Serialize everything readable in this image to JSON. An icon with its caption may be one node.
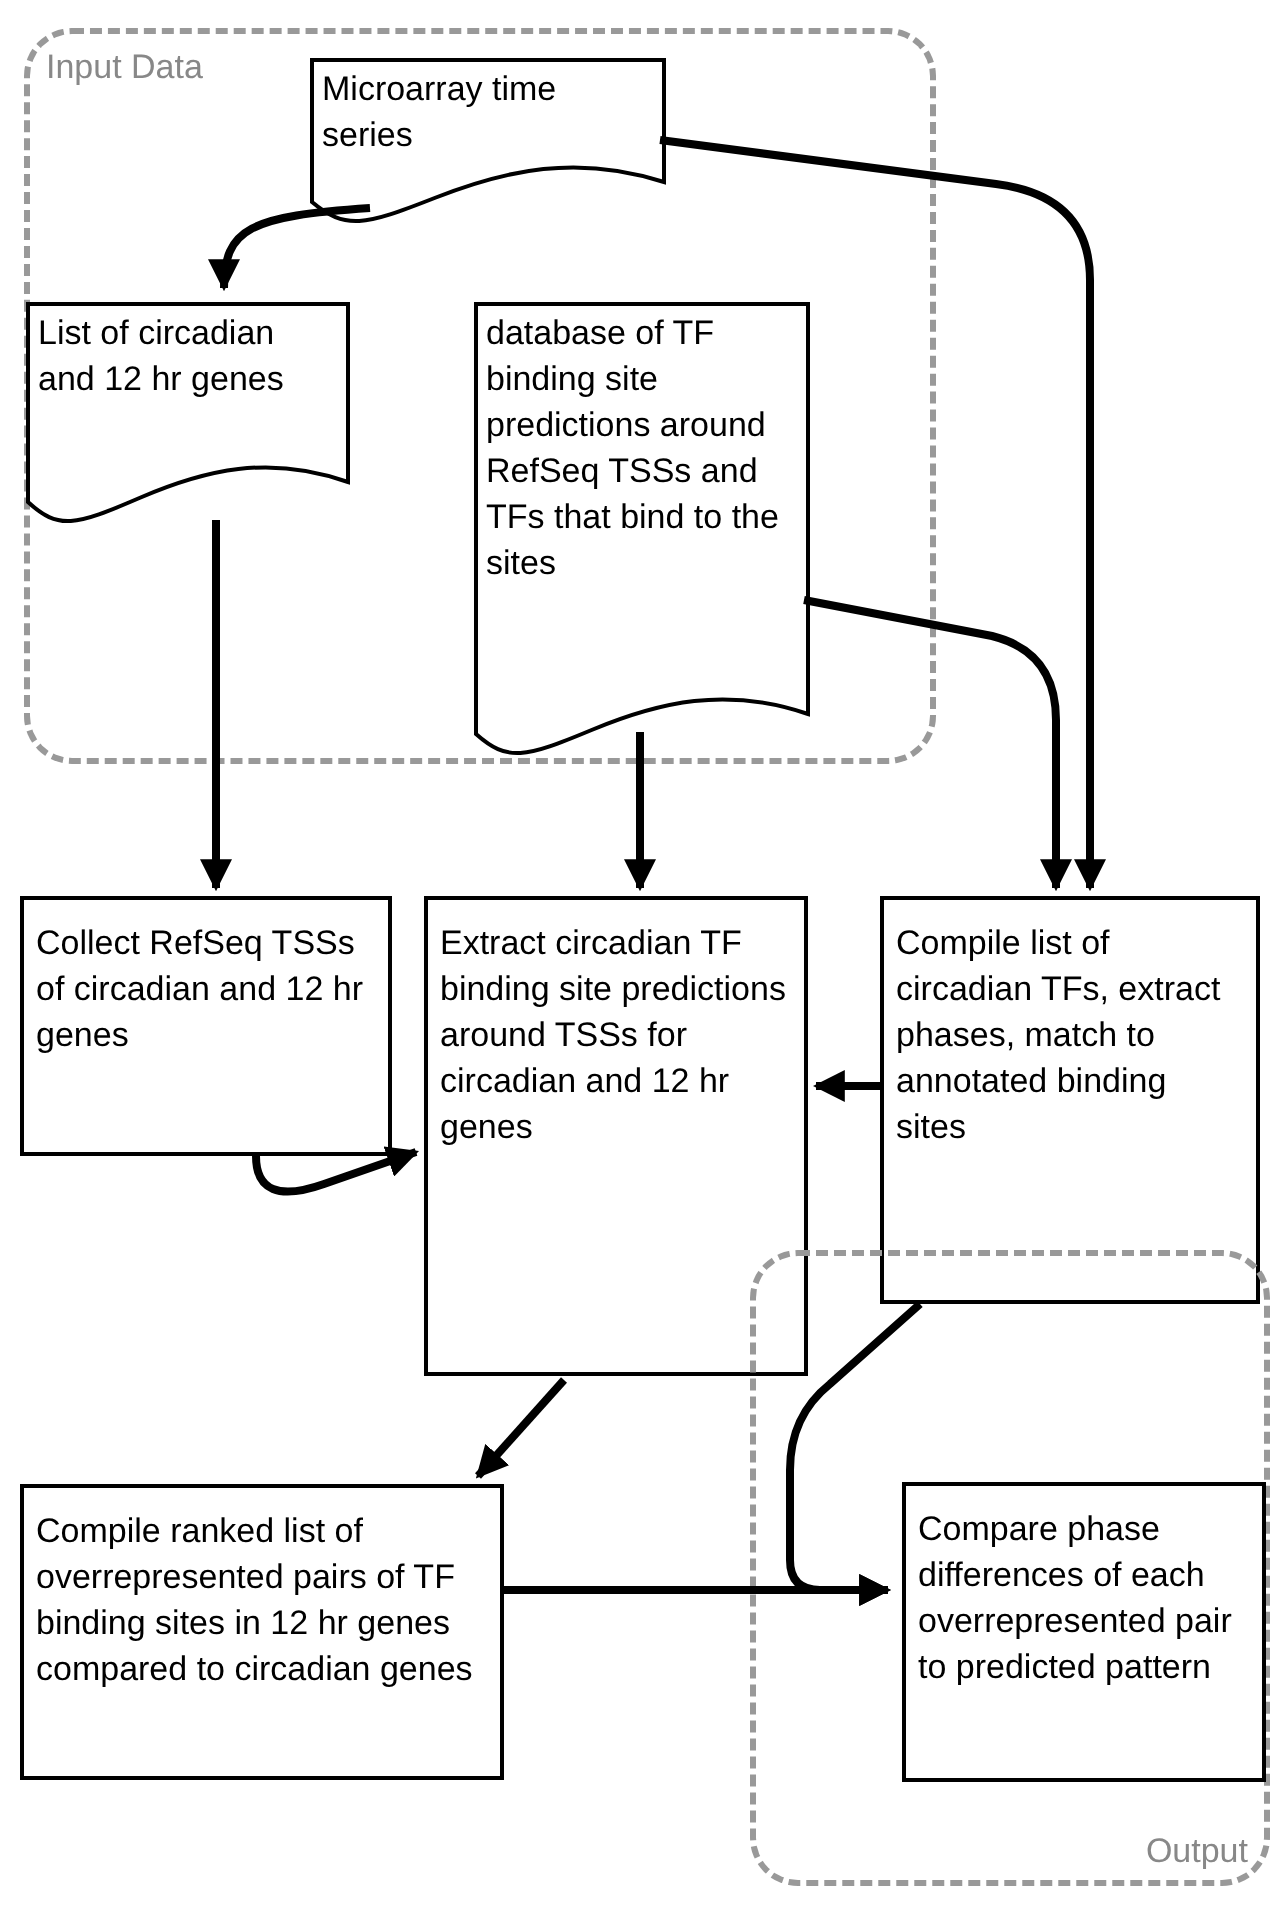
{
  "diagram": {
    "nodes": [
      {
        "text": [
          "Input Data"
        ]
      },
      {
        "text": [
          "Microarray time series"
        ],
        "in": 0
      },
      {
        "text": [
          "List of circadian and 12 hr genes"
        ],
        "in": 0
      },
      {
        "text": [
          "database of TF binding site predictions around RefSeq TSSs and TFs that bind to the sites"
        ],
        "in": 0
      },
      {
        "text": [
          "Collect RefSeq TSSs of circadian and 12 hr genes"
        ]
      },
      {
        "text": [
          "Extract circadian TF binding site predictions around TSSs for circadian and 12 hr genes"
        ]
      },
      {
        "text": [
          "Compile list of circadian TFs, extract phases, match to annotated binding sites"
        ]
      },
      {
        "text": [
          "Output"
        ]
      },
      {
        "text": [
          "Compile ranked list of overrepresented pairs of TF binding sites in 12 hr genes compared to circadian genes"
        ]
      },
      {
        "text": [
          "Compare phase differences of each overrepresented pair to predicted pattern"
        ],
        "in": 7
      }
    ],
    "edges": [
      {
        "from": 1,
        "to": 2,
        "arrow": "to"
      },
      {
        "from": 1,
        "to": 6,
        "arrow": "to"
      },
      {
        "from": 2,
        "to": 4,
        "arrow": "to"
      },
      {
        "from": 3,
        "to": 5,
        "arrow": "to"
      },
      {
        "from": 3,
        "to": 6,
        "arrow": "to"
      },
      {
        "from": 4,
        "to": 5,
        "arrow": "to"
      },
      {
        "from": 6,
        "to": 5,
        "arrow": "to"
      },
      {
        "from": 5,
        "to": 8,
        "arrow": "to"
      },
      {
        "from": 8,
        "to": 9,
        "arrow": "to"
      },
      {
        "from": 6,
        "to": 9,
        "arrow": "to"
      }
    ]
  }
}
